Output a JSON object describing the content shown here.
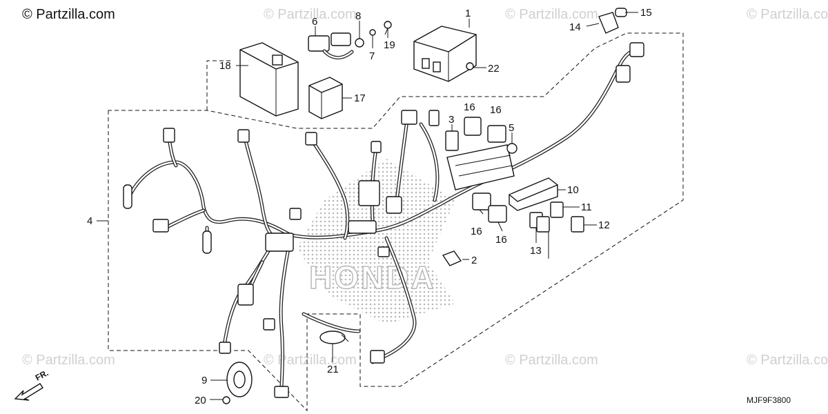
{
  "watermarks": {
    "main": "© Partzilla.com",
    "repeat": "© Partzilla.com"
  },
  "brand_text": "HONDA",
  "diagram_code": "MJF9F3800",
  "direction_label": "FR.",
  "callouts": {
    "c1": "1",
    "c2": "2",
    "c3": "3",
    "c4": "4",
    "c5": "5",
    "c6": "6",
    "c7": "7",
    "c8": "8",
    "c9": "9",
    "c10": "10",
    "c11": "11",
    "c12": "12",
    "c13": "13",
    "c14": "14",
    "c15": "15",
    "c16a": "16",
    "c16b": "16",
    "c16c": "16",
    "c16d": "16",
    "c17": "17",
    "c18": "18",
    "c19": "19",
    "c20": "20",
    "c21": "21",
    "c22": "22"
  },
  "colors": {
    "line": "#111111",
    "watermark": "#d0d0d0",
    "shade": "#bdbdbd"
  }
}
